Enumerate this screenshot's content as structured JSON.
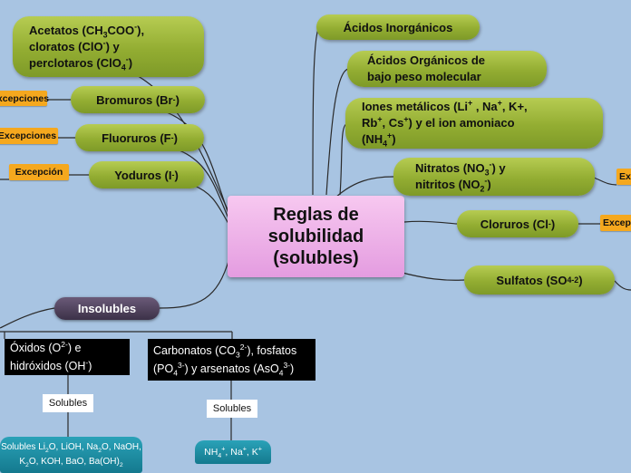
{
  "center": {
    "line1": "Reglas de",
    "line2": "solubilidad",
    "line3": "(solubles)"
  },
  "branches": {
    "acetatos": {
      "t1": "Acetatos (CH",
      "t2": "3",
      "t3": "COO",
      "t4": "-",
      "t5": "),",
      "l2": "cloratos (ClO",
      "l2b": "-",
      "l2c": ") y",
      "l3": "perclotaros (ClO",
      "l3b": "4",
      "l3c": "-",
      "l3d": ")"
    },
    "bromuros": {
      "a": "Bromuros (Br",
      "b": "-",
      "c": ")",
      "tag": "Excepciones"
    },
    "fluoruros": {
      "a": "Fluoruros (F",
      "b": "-",
      "c": ")",
      "tag": "Excepciones"
    },
    "yoduros": {
      "a": "Yoduros (I",
      "b": "-",
      "c": ")",
      "tag": "Excepción"
    },
    "inorganicos": {
      "label": "Ácidos Inorgánicos"
    },
    "organicos": {
      "l1": "Ácidos Orgánicos de",
      "l2": "bajo peso molecular"
    },
    "iones": {
      "l1a": "Iones metálicos (Li",
      "l1b": "+",
      "l1c": " , Na",
      "l1d": "+",
      "l1e": ", K+,",
      "l2a": "Rb",
      "l2b": "+",
      "l2c": ", Cs",
      "l2d": "+",
      "l2e": ") y el ion amoniaco",
      "l3a": "(NH",
      "l3b": "4",
      "l3c": "+",
      "l3d": ")"
    },
    "nitratos": {
      "l1a": "Nitratos (NO",
      "l1b": "3",
      "l1c": "-",
      "l1d": ") y",
      "l2a": "nitritos (NO",
      "l2b": "2",
      "l2c": "-",
      "l2d": ")",
      "tag": "Exc"
    },
    "cloruros": {
      "a": "Cloruros (Cl",
      "b": "-",
      "c": ")",
      "tag": "Excep"
    },
    "sulfatos": {
      "a": "Sulfatos (SO",
      "b": "4",
      "c": "-2",
      "d": ")"
    }
  },
  "insolubles": {
    "label": "Insolubles",
    "oxidos": {
      "l1a": "Óxidos (O",
      "l1b": "2-",
      "l1c": ") e",
      "l2a": "hidróxidos (OH",
      "l2b": "-",
      "l2c": ")",
      "sub_label": "Solubles",
      "leaf": {
        "p1": "Solubles Li",
        "s1": "2",
        "p2": "O, LiOH, Na",
        "s2": "2",
        "p3": "O, NaOH,",
        "p4": "K",
        "s4": "2",
        "p5": "O, KOH, BaO, Ba(OH)",
        "s5": "2"
      }
    },
    "carbonatos": {
      "l1a": "Carbonatos (CO",
      "l1b": "3",
      "l1c": "2-",
      "l1d": "), fosfatos",
      "l2a": "(PO",
      "l2b": "4",
      "l2c": "3-",
      "l2d": ") y arsenatos (AsO",
      "l2e": "4",
      "l2f": "3-",
      "l2g": ")",
      "sub_label": "Solubles",
      "leaf": {
        "p1": "NH",
        "s1": "4",
        "u1": "+",
        "p2": ", Na",
        "u2": "+",
        "p3": ", K",
        "u3": "+"
      }
    }
  }
}
